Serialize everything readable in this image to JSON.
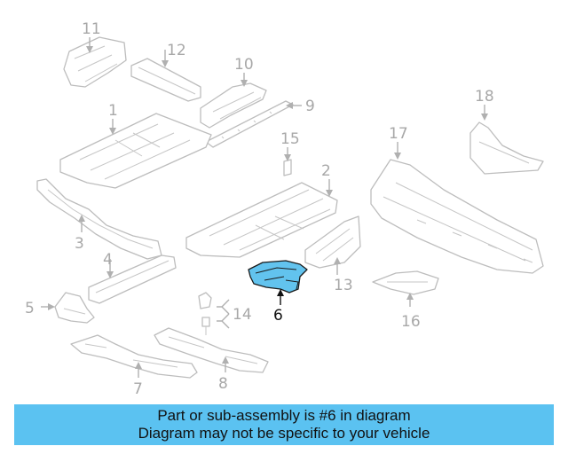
{
  "callouts": {
    "c1": "1",
    "c2": "2",
    "c3": "3",
    "c4": "4",
    "c5": "5",
    "c6": "6",
    "c7": "7",
    "c8": "8",
    "c9": "9",
    "c10": "10",
    "c11": "11",
    "c12": "12",
    "c13": "13",
    "c14": "14",
    "c15": "15",
    "c16": "16",
    "c17": "17",
    "c18": "18"
  },
  "highlight_color": "#62c3ee",
  "banner": {
    "color": "#5bc2f1",
    "line1": "Part or sub-assembly is #6 in diagram",
    "line2": "Diagram may not be specific to your vehicle"
  }
}
